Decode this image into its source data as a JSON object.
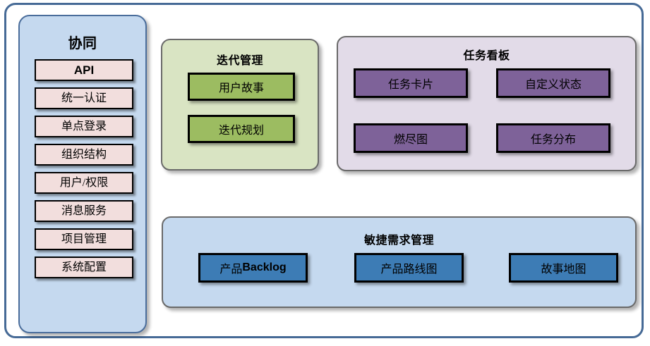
{
  "diagram": {
    "sidebar": {
      "title": "协同",
      "items": [
        {
          "label": "API",
          "style": "bold-latin"
        },
        {
          "label": "统一认证",
          "style": "serif"
        },
        {
          "label": "单点登录",
          "style": "serif"
        },
        {
          "label": "组织结构",
          "style": "serif"
        },
        {
          "label": "用户/权限",
          "style": "serif-mixed"
        },
        {
          "label": "消息服务",
          "style": "serif"
        },
        {
          "label": "项目管理",
          "style": "serif"
        },
        {
          "label": "系统配置",
          "style": "serif"
        }
      ]
    },
    "iteration_panel": {
      "title": "迭代管理",
      "items": [
        {
          "label": "用户故事"
        },
        {
          "label": "迭代规划"
        }
      ]
    },
    "taskboard_panel": {
      "title": "任务看板",
      "items": [
        {
          "label": "任务卡片"
        },
        {
          "label": "自定义状态"
        },
        {
          "label": "燃尽图"
        },
        {
          "label": "任务分布"
        }
      ]
    },
    "agile_panel": {
      "title": "敏捷需求管理",
      "items": [
        {
          "label_cjk": "产品",
          "label_latin": "Backlog",
          "label": "产品Backlog"
        },
        {
          "label": "产品路线图"
        },
        {
          "label": "故事地图"
        }
      ]
    },
    "colors": {
      "outer_frame_border": "#466a96",
      "sidebar_bg": "#c5d9ef",
      "sidebar_border": "#4a6d9b",
      "sidebar_item_bg": "#f2dedd",
      "iteration_panel_bg": "#d9e4c3",
      "iteration_item_bg": "#9cbc61",
      "taskboard_panel_bg": "#e2dbe8",
      "taskboard_item_bg": "#7e6299",
      "agile_panel_bg": "#c5d9ef",
      "agile_item_bg": "#3d7cb5",
      "item_border": "#000000",
      "panel_border": "#6a6a6a",
      "text": "#000000"
    }
  }
}
